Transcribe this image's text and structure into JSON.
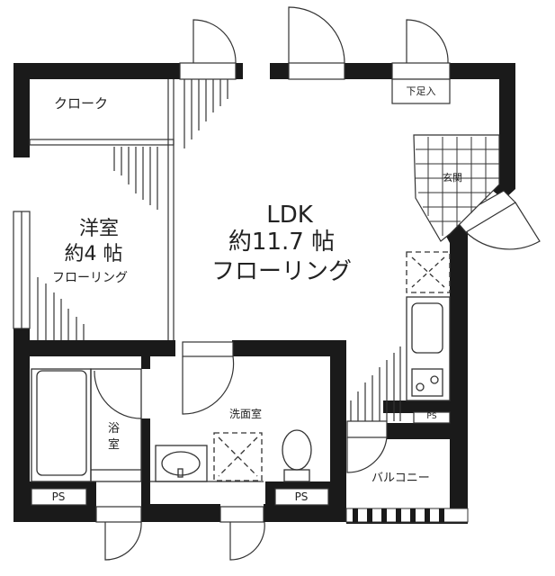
{
  "floor_plan": {
    "rooms": {
      "closet": {
        "label": "クローク"
      },
      "western_room": {
        "name": "洋室",
        "size": "約4 帖",
        "floor": "フローリング"
      },
      "ldk": {
        "name": "LDK",
        "size": "約11.7 帖",
        "floor": "フローリング"
      },
      "entrance": {
        "label": "玄関"
      },
      "shoe_box": {
        "label": "下足入"
      },
      "bathroom": {
        "label_line1": "浴",
        "label_line2": "室"
      },
      "washroom": {
        "label": "洗面室"
      },
      "balcony": {
        "label": "バルコニー"
      }
    },
    "pipe_spaces": [
      {
        "label": "PS"
      },
      {
        "label": "PS"
      },
      {
        "label": "PS"
      }
    ],
    "colors": {
      "wall": "#1a1a1a",
      "line": "#333333",
      "background": "#ffffff"
    }
  }
}
